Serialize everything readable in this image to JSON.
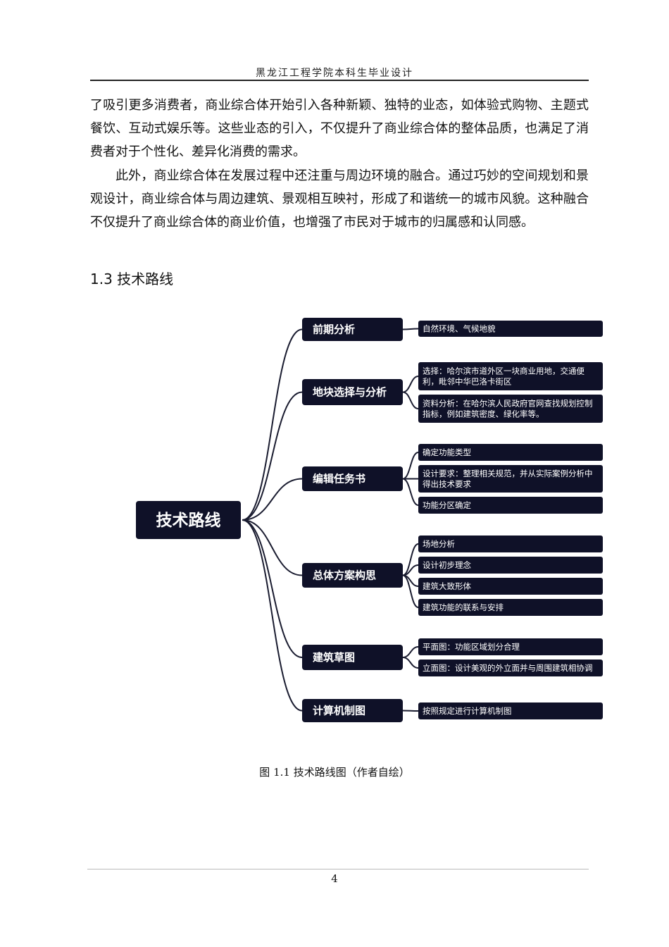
{
  "header": {
    "title": "黑龙江工程学院本科生毕业设计"
  },
  "body": {
    "paragraph1": "了吸引更多消费者，商业综合体开始引入各种新颖、独特的业态，如体验式购物、主题式餐饮、互动式娱乐等。这些业态的引入，不仅提升了商业综合体的整体品质，也满足了消费者对于个性化、差异化消费的需求。",
    "paragraph2": "此外，商业综合体在发展过程中还注重与周边环境的融合。通过巧妙的空间规划和景观设计，商业综合体与周边建筑、景观相互映衬，形成了和谐统一的城市风貌。这种融合不仅提升了商业综合体的商业价值，也增强了市民对于城市的归属感和认同感。",
    "section_heading": "1.3 技术路线"
  },
  "mindmap": {
    "colors": {
      "node": "#0f1128",
      "line": "#1a1c30"
    },
    "root": "技术路线",
    "branches": [
      {
        "label": "前期分析",
        "children": [
          {
            "lines": [
              "自然环境、气候地貌"
            ]
          }
        ]
      },
      {
        "label": "地块选择与分析",
        "children": [
          {
            "lines": [
              "选择：哈尔滨市道外区一块商业用地，交通便",
              "利，毗邻中华巴洛卡街区"
            ]
          },
          {
            "lines": [
              "资料分析：在哈尔滨人民政府官网查找规划控制",
              "指标，例如建筑密度、绿化率等。"
            ]
          }
        ]
      },
      {
        "label": "编辑任务书",
        "children": [
          {
            "lines": [
              "确定功能类型"
            ]
          },
          {
            "lines": [
              "设计要求：整理相关规范，并从实际案例分析中",
              "得出技术要求"
            ]
          },
          {
            "lines": [
              "功能分区确定"
            ]
          }
        ]
      },
      {
        "label": "总体方案构思",
        "children": [
          {
            "lines": [
              "场地分析"
            ]
          },
          {
            "lines": [
              "设计初步理念"
            ]
          },
          {
            "lines": [
              "建筑大致形体"
            ]
          },
          {
            "lines": [
              "建筑功能的联系与安排"
            ]
          }
        ]
      },
      {
        "label": "建筑草图",
        "children": [
          {
            "lines": [
              "平面图：功能区域划分合理"
            ]
          },
          {
            "lines": [
              "立面图：设计美观的外立面并与周围建筑相协调"
            ]
          }
        ]
      },
      {
        "label": "计算机制图",
        "children": [
          {
            "lines": [
              "按照规定进行计算机制图"
            ]
          }
        ]
      }
    ]
  },
  "caption": "图  1.1 技术路线图（作者自绘）",
  "footer": {
    "page_number": "4"
  }
}
